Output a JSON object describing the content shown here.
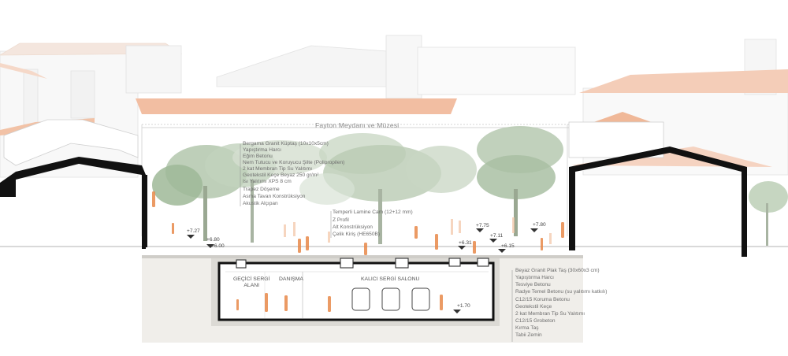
{
  "title": "Fayton Meydanı ve Müzesi",
  "roof_layers": [
    "Bergama Granit Küptaş (10x10x5cm)",
    "Yapıştırma Harcı",
    "Eğim Betonu",
    "Nem Tutucu ve Koruyucu Şilte (Polipropilen)",
    "2 kat Membran Tip Su Yalıtımı",
    "Geotekstil Keçe Beyaz 250 gr/m²",
    "Isı Yalıtımı XPS 8 cm",
    "Trapez Döşeme",
    "Asma Tavan Konstrüksiyon",
    "Akustik Alçıpan"
  ],
  "glass_layers": [
    "Temperli Lamine Cam (12+12 mm)",
    "Z Profil",
    "Alt Konstrüksiyon",
    "Çelik Kiriş (HE650B)"
  ],
  "floor_layers": [
    "Beyaz Granit Plak Taş (30x60x3 cm)",
    "Yapıştırma Harcı",
    "Tesviye Betonu",
    "Radye Temel Betonu (su yalıtımı katkılı)",
    "C12/15 Koruma Betonu",
    "Geotekstil Keçe",
    "2 kat Membran Tip Su Yalıtımı",
    "C12/15 Grobeton",
    "Kırma Taş",
    "Tabii Zemin"
  ],
  "rooms": {
    "temporary": "GEÇİCİ SERGİ\nALANI",
    "info": "DANIŞMA",
    "permanent": "KALICI SERGİ SALONU"
  },
  "levels": [
    "+7.27",
    "+6.80",
    "+6.00",
    "+7.75",
    "+7.11",
    "+7.80",
    "+6.31",
    "+6.15",
    "+1.70"
  ],
  "colors": {
    "accent": "#e8894a",
    "roof_tile": "#f0b898",
    "tree": "#a9c0a3",
    "wall_dark": "#111111",
    "ground": "#efede9"
  }
}
